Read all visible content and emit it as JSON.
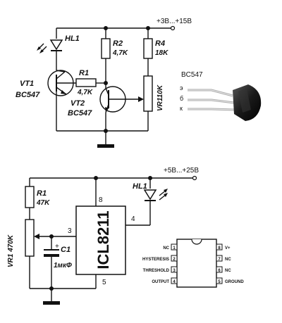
{
  "circuit1": {
    "supply": "+3В...+15В",
    "hl1": "HL1",
    "vt1": "VT1",
    "vt1_type": "BC547",
    "r1": "R1",
    "r1_val": "4,7K",
    "r2": "R2",
    "r2_val": "4,7K",
    "r4": "R4",
    "r4_val": "18K",
    "vt2": "VT2",
    "vt2_type": "BC547",
    "vr1": "VR110K"
  },
  "transistor_image": {
    "title": "BC547",
    "pin_e": "э",
    "pin_b": "б",
    "pin_c": "к"
  },
  "circuit2": {
    "supply": "+5В...+25В",
    "r1": "R1",
    "r1_val": "47K",
    "vr1": "VR1 470K",
    "chip": "ICL8211",
    "pin8": "8",
    "pin3": "3",
    "pin4": "4",
    "pin5": "5",
    "hl1": "HL1",
    "c1": "C1",
    "c1_val": "1мкФ"
  },
  "pinout": {
    "left": [
      "NC",
      "HYSTERESIS",
      "THRESHOLD",
      "OUTPUT"
    ],
    "left_nums": [
      "1",
      "2",
      "3",
      "4"
    ],
    "right": [
      "V+",
      "NC",
      "NC",
      "GROUND"
    ],
    "right_nums": [
      "8",
      "7",
      "6",
      "5"
    ]
  }
}
